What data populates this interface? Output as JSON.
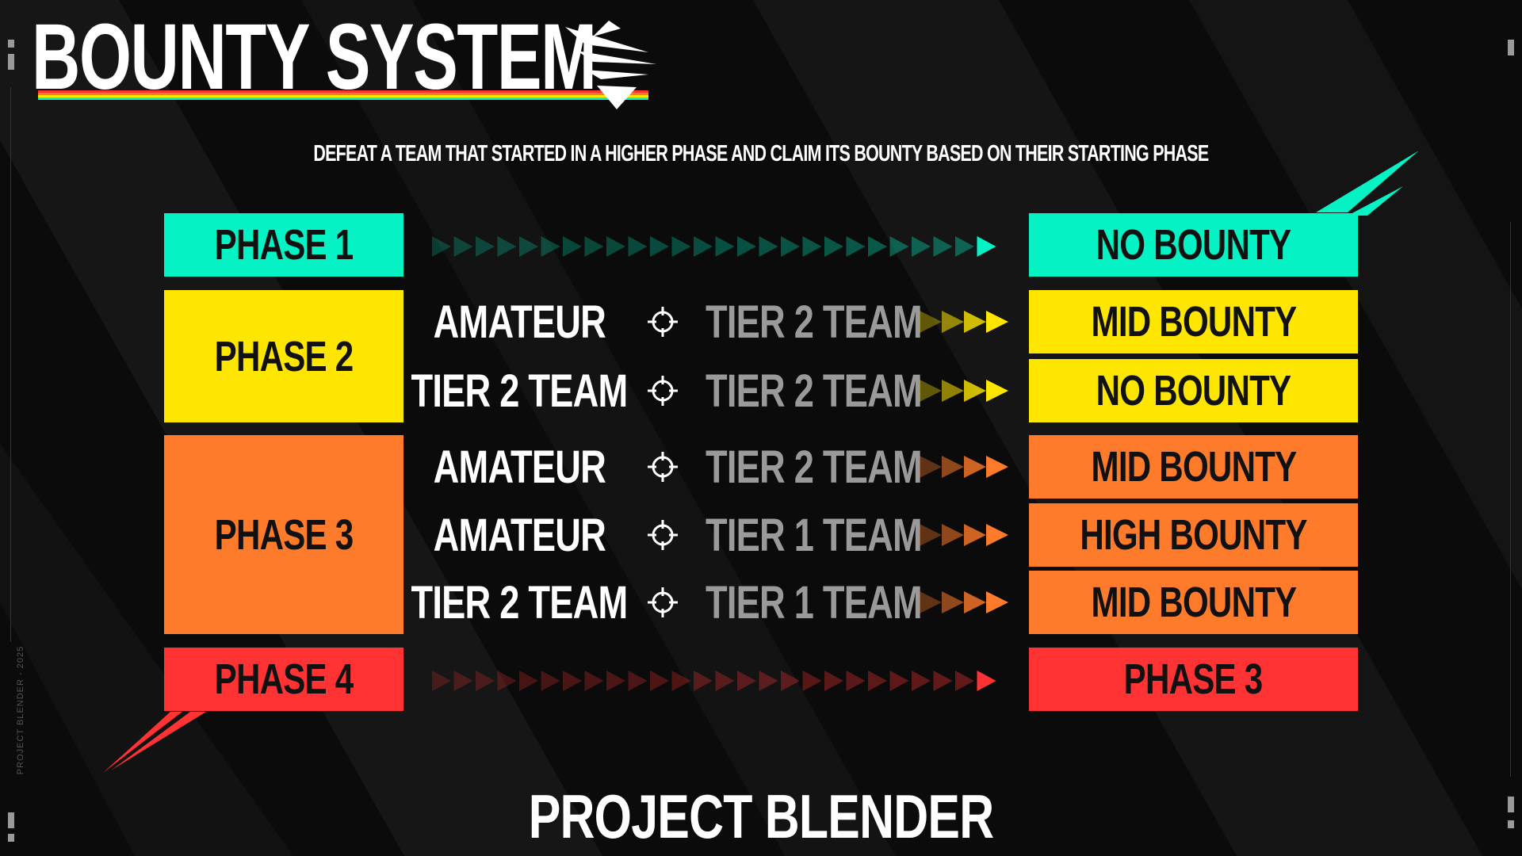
{
  "title": "BOUNTY SYSTEM",
  "subtitle": "DEFEAT A TEAM THAT STARTED IN A HIGHER PHASE AND CLAIM ITS BOUNTY BASED ON THEIR STARTING PHASE",
  "phases": [
    {
      "label": "PHASE 1",
      "color": "#05f2c4"
    },
    {
      "label": "PHASE 2",
      "color": "#ffe600"
    },
    {
      "label": "PHASE 3",
      "color": "#fe7b2b"
    },
    {
      "label": "PHASE 4",
      "color": "#ff3333"
    }
  ],
  "matchups": [
    {
      "attacker": "AMATEUR",
      "target": "TIER 2 TEAM",
      "result": "MID BOUNTY"
    },
    {
      "attacker": "TIER 2 TEAM",
      "target": "TIER 2 TEAM",
      "result": "NO BOUNTY"
    },
    {
      "attacker": "AMATEUR",
      "target": "TIER 2 TEAM",
      "result": "MID BOUNTY"
    },
    {
      "attacker": "AMATEUR",
      "target": "TIER 1 TEAM",
      "result": "HIGH BOUNTY"
    },
    {
      "attacker": "TIER 2 TEAM",
      "target": "TIER 1 TEAM",
      "result": "MID BOUNTY"
    }
  ],
  "phase1_result": "NO BOUNTY",
  "phase4_result": "PHASE 3",
  "icons": {
    "target": "crosshair-icon",
    "arrow": "chevron-right-icon",
    "logo": "lightning-logo"
  },
  "footer": "PROJECT BLENDER",
  "side_text": "PROJECT BLENDER - 2025"
}
